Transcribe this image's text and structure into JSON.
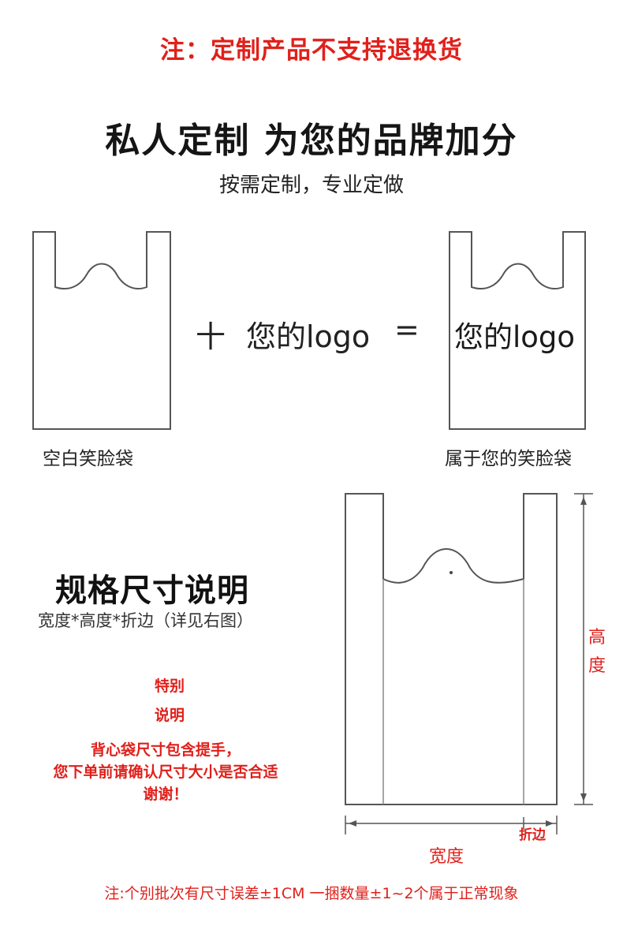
{
  "notice": "注：定制产品不支持退换货",
  "headline": "私人定制 为您的品牌加分",
  "subline": "按需定制，专业定做",
  "equation": {
    "plus": "十",
    "your_logo": "您的logo",
    "equals": "=",
    "logo_on_bag": "您的logo"
  },
  "captions": {
    "blank_bag": "空白笑脸袋",
    "your_bag": "属于您的笑脸袋"
  },
  "spec": {
    "title": "规格尺寸说明",
    "subtitle": "宽度*高度*折边（详见右图）",
    "special_line1": "特别",
    "special_line2": "说明",
    "note_line1": "背心袋尺寸包含提手，",
    "note_line2": "您下单前请确认尺寸大小是否合适",
    "note_line3": "谢谢！"
  },
  "dimensions": {
    "height_char1": "高",
    "height_char2": "度",
    "width": "宽度",
    "fold": "折边"
  },
  "footnote": "注:个别批次有尺寸误差±1CM 一捆数量±1~2个属于正常现象",
  "colors": {
    "accent_red": "#e0201b",
    "line_gray": "#555555"
  }
}
